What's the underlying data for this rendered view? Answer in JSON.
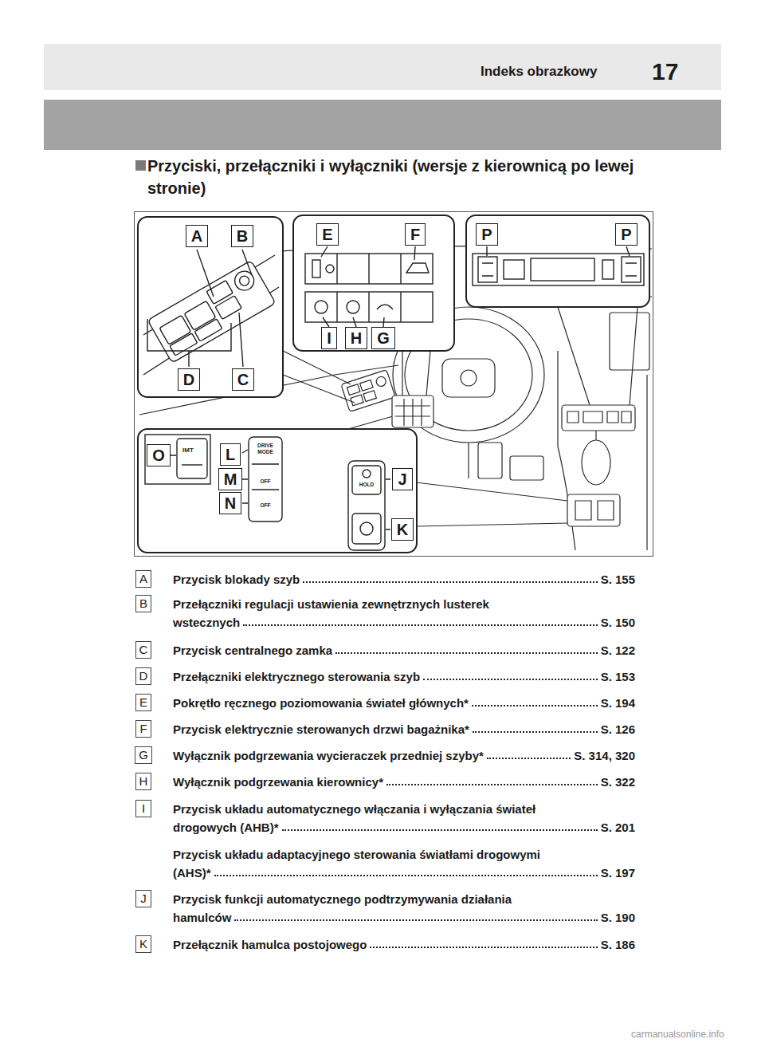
{
  "diagram": {
    "title": "Przyciski, przełączniki i wyłączniki (wersje z kierownicą po lewej stronie)",
    "nodes": [
      {
        "text": [
          "A"
        ]
      },
      {
        "text": [
          "B"
        ]
      },
      {
        "text": [
          "E"
        ]
      },
      {
        "text": [
          "F"
        ]
      },
      {
        "text": [
          "P"
        ]
      },
      {
        "text": [
          "P"
        ]
      },
      {
        "text": [
          "I"
        ]
      },
      {
        "text": [
          "H"
        ]
      },
      {
        "text": [
          "G"
        ]
      },
      {
        "text": [
          "D"
        ]
      },
      {
        "text": [
          "C"
        ]
      },
      {
        "text": [
          "O"
        ]
      },
      {
        "text": [
          "L"
        ]
      },
      {
        "text": [
          "M"
        ]
      },
      {
        "text": [
          "J"
        ]
      },
      {
        "text": [
          "N"
        ]
      },
      {
        "text": [
          "K"
        ]
      },
      {
        "text": [
          "A"
        ]
      },
      {
        "text": [
          "B"
        ]
      },
      {
        "text": [
          "C"
        ]
      },
      {
        "text": [
          "D"
        ]
      },
      {
        "text": [
          "E"
        ]
      },
      {
        "text": [
          "F"
        ]
      },
      {
        "text": [
          "G"
        ]
      },
      {
        "text": [
          "H"
        ]
      },
      {
        "text": [
          "I"
        ]
      },
      {
        "text": [
          "J"
        ]
      },
      {
        "text": [
          "K"
        ]
      }
    ],
    "labels": [
      "Indeks obrazkowy",
      "17",
      "IMT",
      "DRIVE MODE",
      "OFF",
      "OFF",
      "HOLD",
      "Przycisk blokady szyb",
      "S. 155",
      "Przełączniki regulacji ustawienia zewnętrznych lusterek wstecznych",
      "S. 150",
      "Przycisk centralnego zamka",
      "S. 122",
      "Przełączniki elektrycznego sterowania szyb",
      "S. 153",
      "Pokrętło ręcznego poziomowania świateł głównych*",
      "S. 194",
      "Przycisk elektrycznie sterowanych drzwi bagażnika*",
      "S. 126",
      "Wyłącznik podgrzewania wycieraczek przedniej szyby*",
      "S. 314, 320",
      "Wyłącznik podgrzewania kierownicy*",
      "S. 322",
      "Przycisk układu automatycznego włączania i wyłączania świateł drogowych (AHB)*",
      "S. 201",
      "Przycisk układu adaptacyjnego sterowania światłami drogowymi (AHS)*",
      "S. 197",
      "Przycisk funkcji automatycznego podtrzymywania działania hamulców",
      "S. 190",
      "Przełącznik hamulca postojowego",
      "S. 186",
      "carmanualsonline.info"
    ]
  }
}
